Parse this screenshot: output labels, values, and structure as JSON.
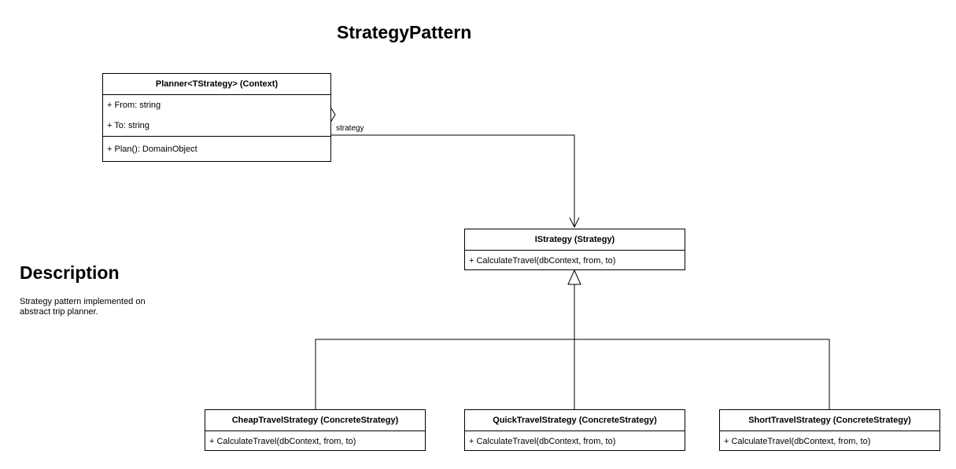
{
  "title": "StrategyPattern",
  "description": {
    "heading": "Description",
    "text": "Strategy pattern implemented on abstract trip planner."
  },
  "planner": {
    "name": "Planner<TStrategy> (Context)",
    "attributes": [
      "+ From: string",
      "+ To: string"
    ],
    "methods": [
      "+ Plan(): DomainObject"
    ]
  },
  "association_label": "strategy",
  "istrategy": {
    "name": "IStrategy (Strategy)",
    "methods": [
      "+ CalculateTravel(dbContext, from, to)"
    ]
  },
  "concrete": [
    {
      "name": "CheapTravelStrategy (ConcreteStrategy)",
      "method": "+ CalculateTravel(dbContext, from, to)"
    },
    {
      "name": "QuickTravelStrategy (ConcreteStrategy)",
      "method": "+ CalculateTravel(dbContext, from, to)"
    },
    {
      "name": "ShortTravelStrategy (ConcreteStrategy)",
      "method": "+ CalculateTravel(dbContext, from, to)"
    }
  ]
}
